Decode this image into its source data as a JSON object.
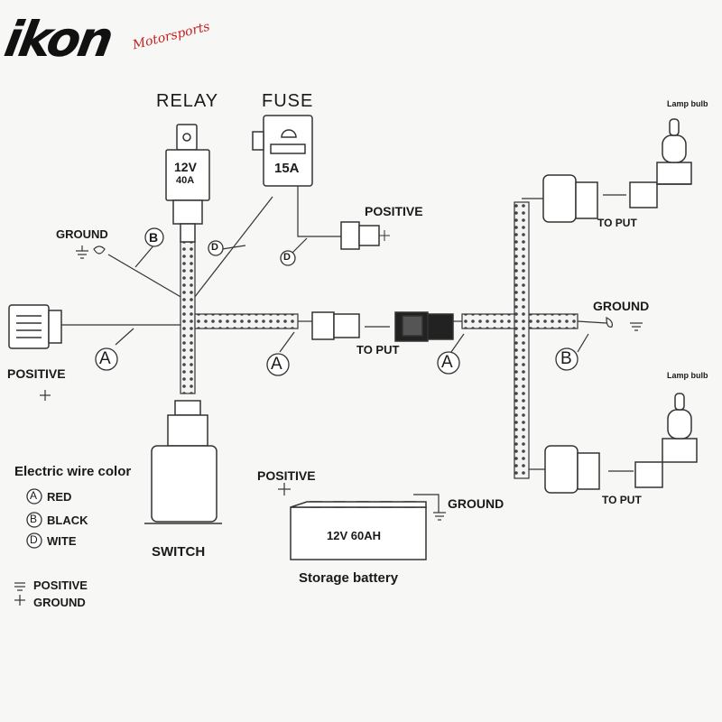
{
  "brand": {
    "name": "ikon",
    "subtitle": "Motorsports"
  },
  "labels": {
    "relay": "RELAY",
    "fuse": "FUSE",
    "relay_voltage": "12V",
    "relay_amps": "40A",
    "fuse_rating": "15A",
    "ground_left": "GROUND",
    "ground_right": "GROUND",
    "ground_battery": "GROUND",
    "positive_fuse": "POSITIVE",
    "positive_left": "POSITIVE",
    "positive_battery": "POSITIVE",
    "to_put_center": "TO PUT",
    "to_put_top": "TO PUT",
    "to_put_bottom": "TO PUT",
    "lamp_bulb_top": "Lamp bulb",
    "lamp_bulb_bottom": "Lamp bulb",
    "switch": "SWITCH",
    "battery_rating": "12V  60AH",
    "battery": "Storage battery"
  },
  "markers": {
    "a": "A",
    "b": "B",
    "d": "D"
  },
  "wire_legend": {
    "title": "Electric wire color",
    "items": [
      {
        "letter": "A",
        "color_name": "RED"
      },
      {
        "letter": "B",
        "color_name": "BLACK"
      },
      {
        "letter": "D",
        "color_name": "WITE"
      }
    ]
  },
  "symbol_legend": {
    "items": [
      {
        "symbol": "ground-symbol",
        "label": "POSITIVE"
      },
      {
        "symbol": "plus-symbol",
        "label": "GROUND"
      }
    ]
  },
  "colors": {
    "line": "#333333",
    "brand_accent": "#c81e1e",
    "background": "#f7f7f6"
  }
}
